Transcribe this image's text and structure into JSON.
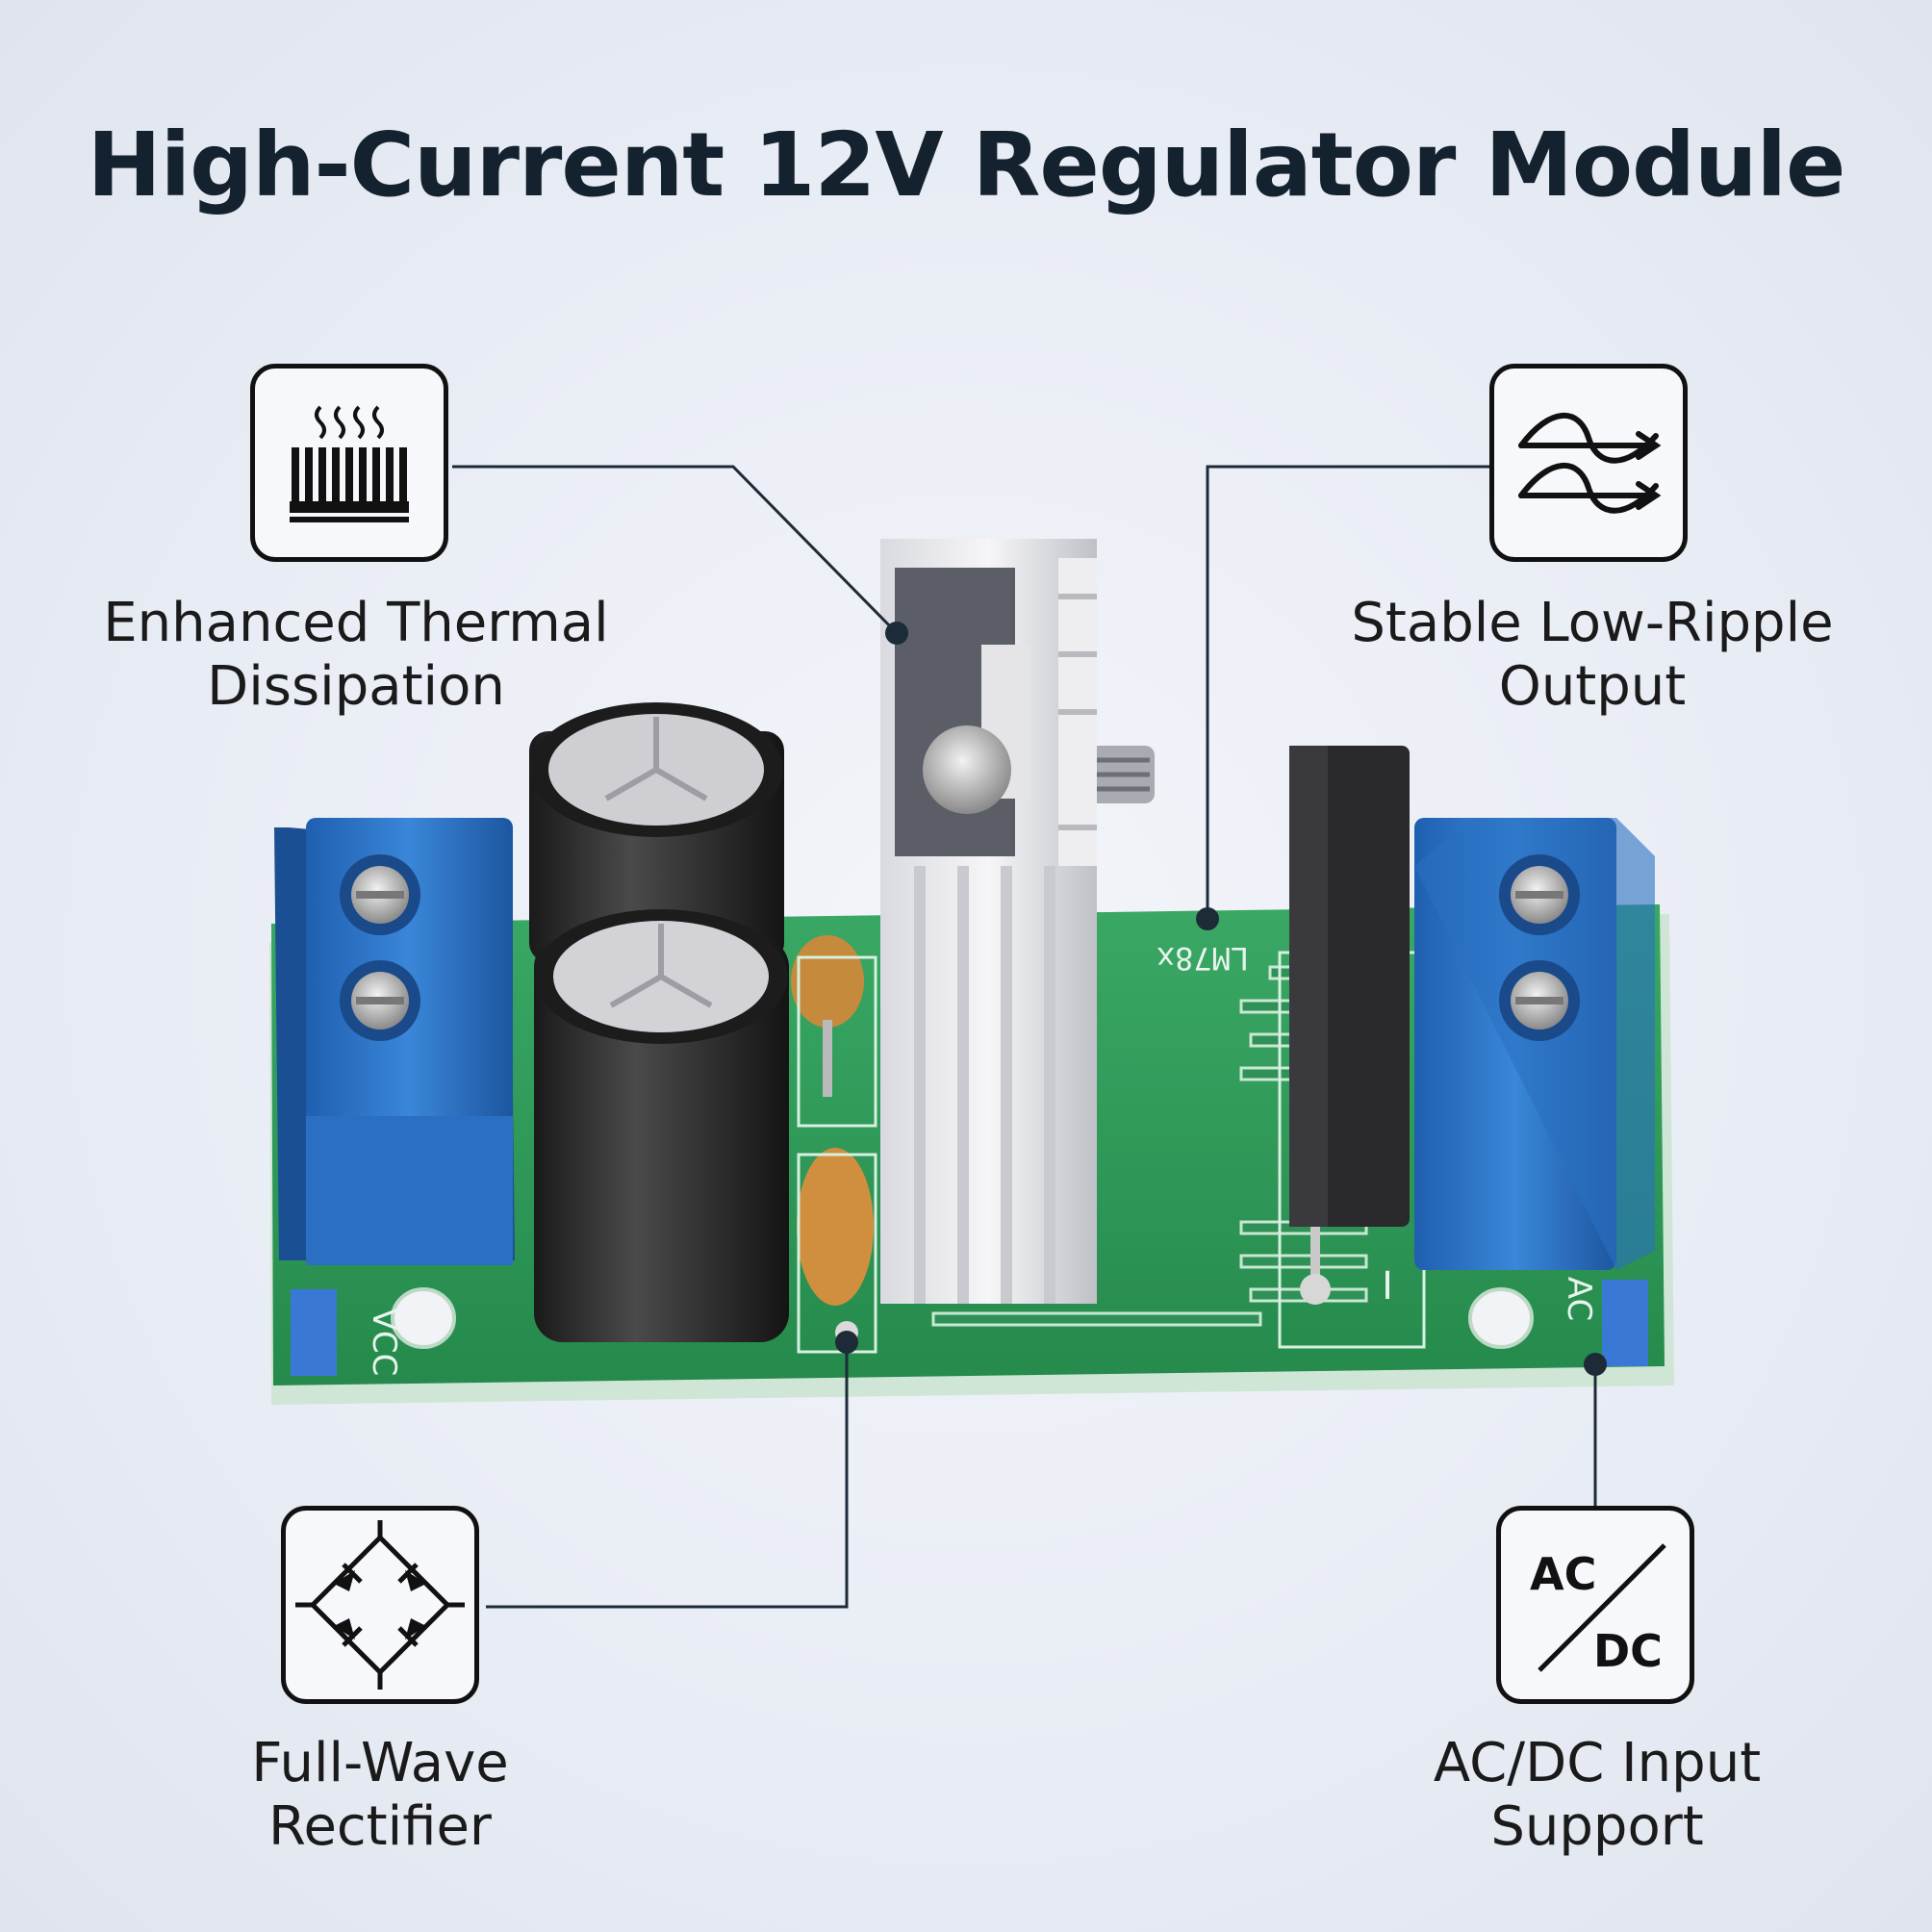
{
  "title": "High-Current 12V Regulator Module",
  "features": {
    "thermal": {
      "line1": "Enhanced Thermal",
      "line2": "Dissipation",
      "icon": "heatsink-icon"
    },
    "ripple": {
      "line1": "Stable Low-Ripple",
      "line2": "Output",
      "icon": "wave-arrows-icon"
    },
    "rectifier": {
      "line1": "Full-Wave",
      "line2": "Rectifier",
      "icon": "bridge-rectifier-icon"
    },
    "acdc": {
      "line1": "AC/DC Input",
      "line2": "Support",
      "icon": "ac-dc-icon",
      "icon_ac": "AC",
      "icon_dc": "DC"
    }
  },
  "board": {
    "vcc": "VCC",
    "ac": "AC",
    "part": "LM78x",
    "minus": "I"
  },
  "colors": {
    "title": "#14222f",
    "line": "#1d2a38",
    "pcb": "#2f9a5a",
    "terminal": "#2a6fc2"
  }
}
